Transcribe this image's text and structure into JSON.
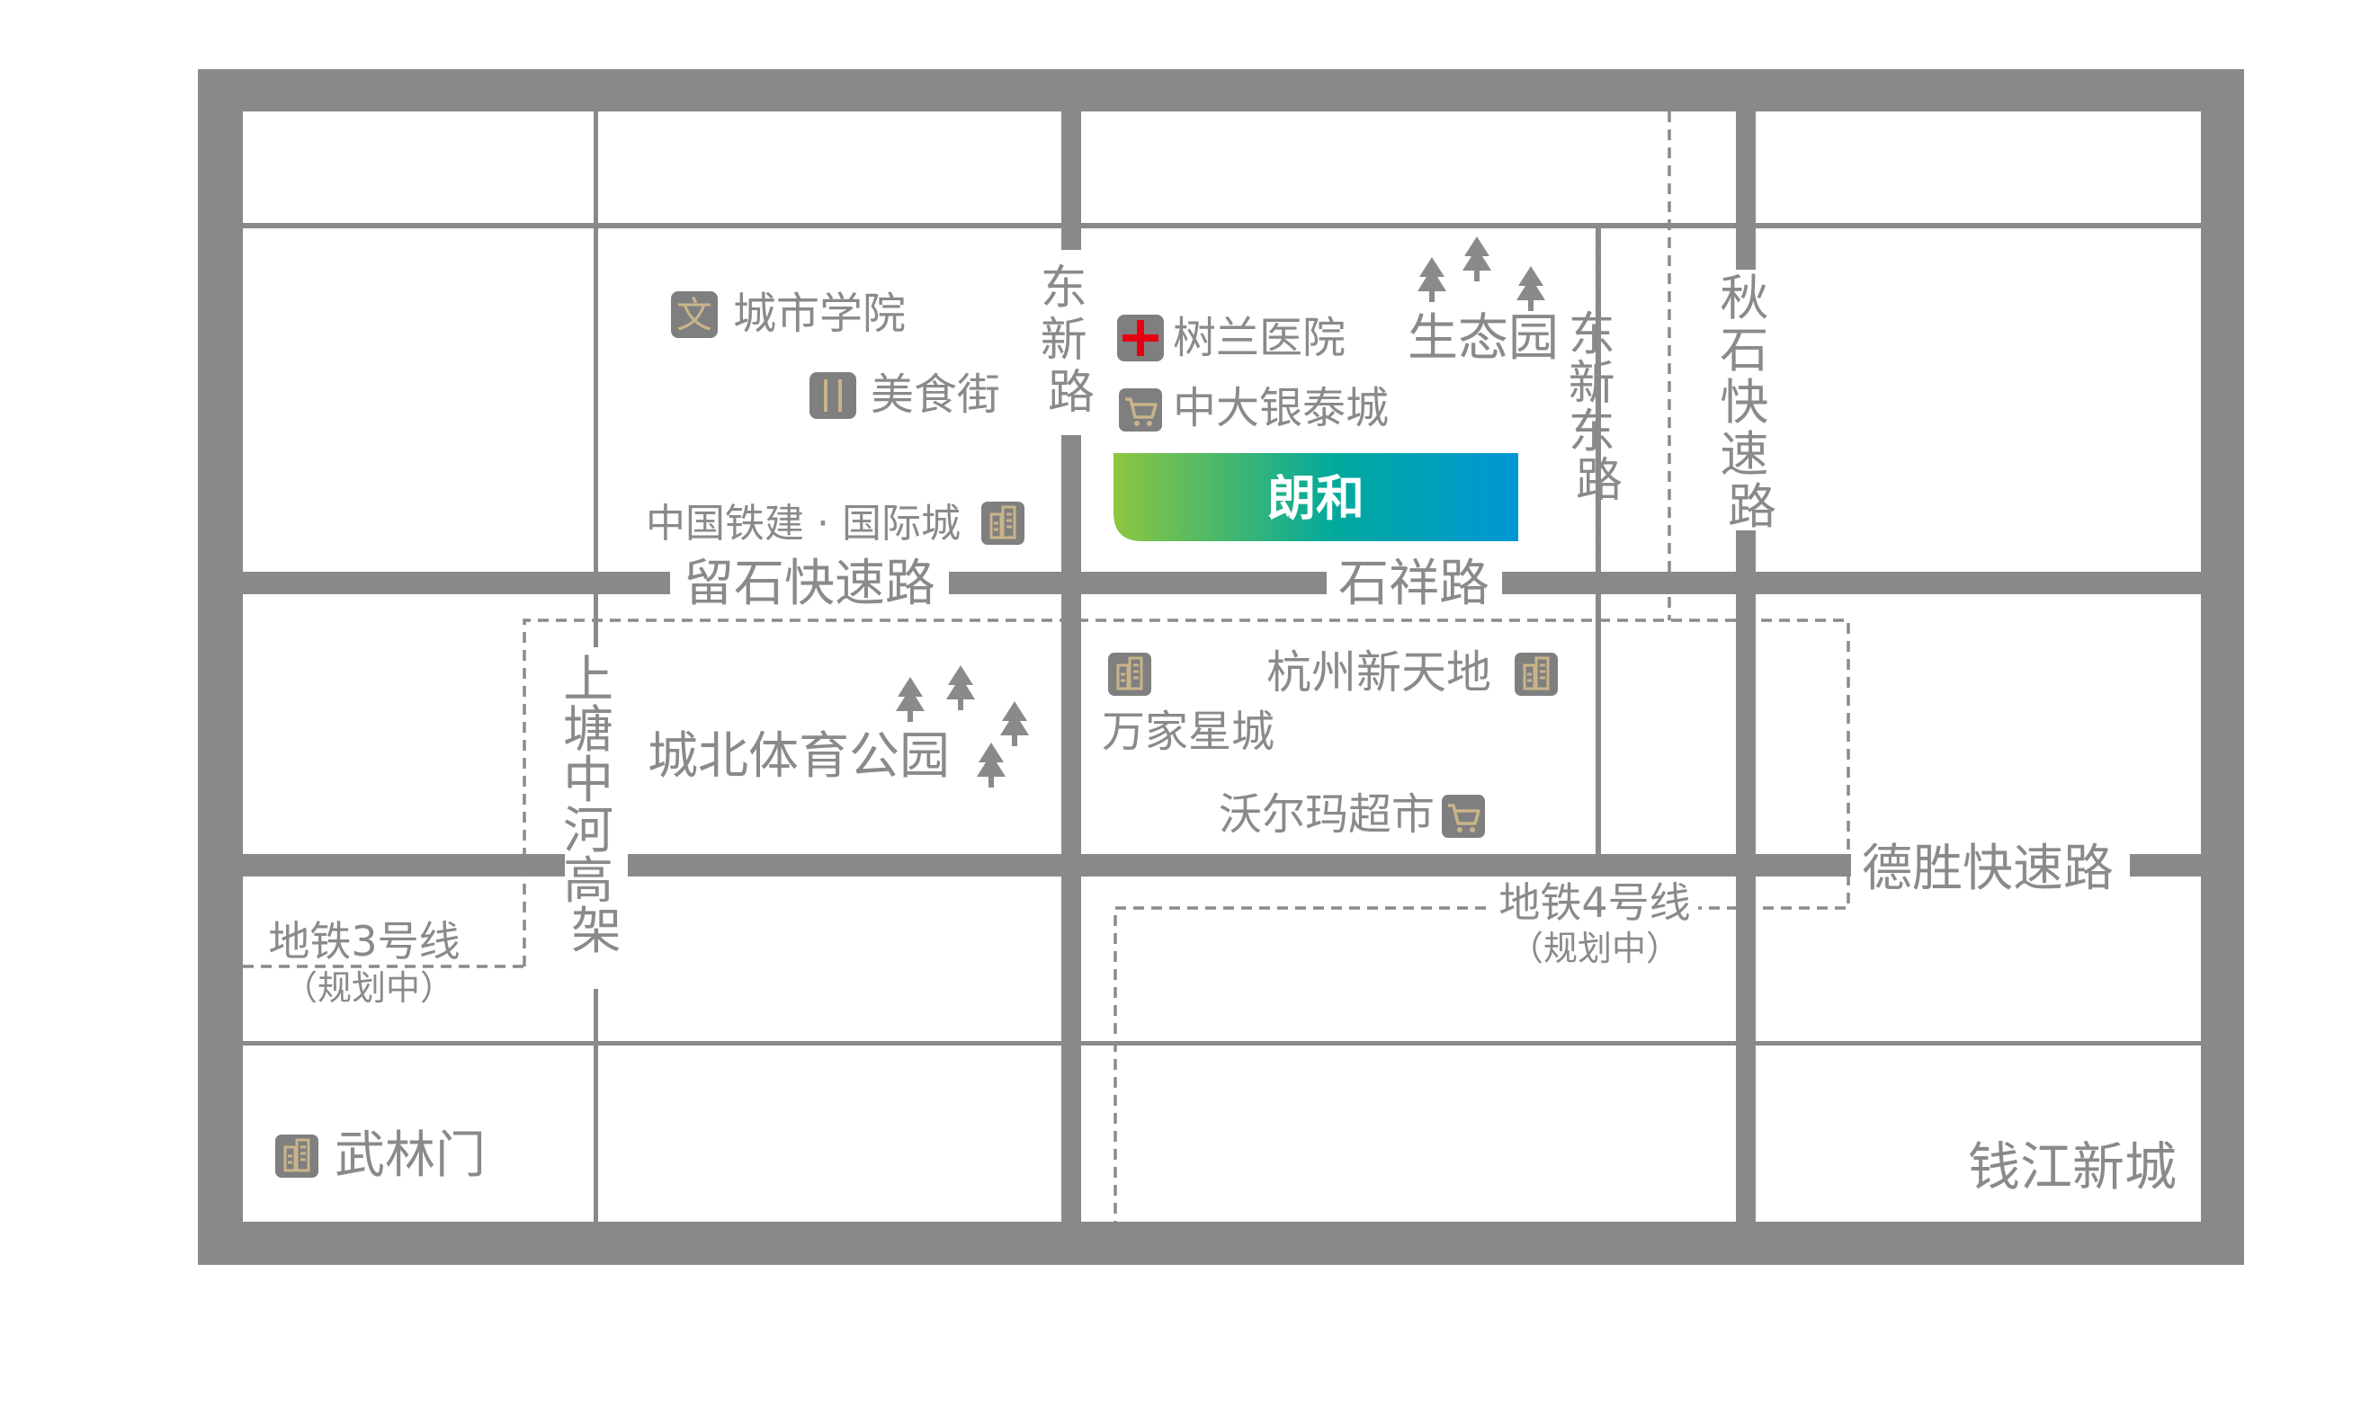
{
  "colors": {
    "road": "#898989",
    "text": "#8a8a8a",
    "icon_bg": "#7f7f7f",
    "icon_gold": "#c9b48a",
    "hospital_red": "#e60012",
    "logo_gradient": [
      "#8cc63f",
      "#00a99d",
      "#0096d6"
    ]
  },
  "roads": {
    "dongxin_road": "东\n新\n路",
    "dongxin_east_road": "东\n新\n东\n路",
    "qiushi_expressway": "秋\n石\n快\n速\n路",
    "liushi_expressway": "留石快速路",
    "shixiang_road": "石祥路",
    "shangtang_viaduct": "上\n塘\n中\n河\n高\n架",
    "desheng_expressway": "德胜快速路"
  },
  "metro": {
    "line3": {
      "label": "地铁3号线",
      "status": "（规划中）"
    },
    "line4": {
      "label": "地铁4号线",
      "status": "（规划中）"
    }
  },
  "pois": {
    "city_college": {
      "label": "城市学院",
      "icon": "culture-icon"
    },
    "food_street": {
      "label": "美食街",
      "icon": "fork-knife-icon"
    },
    "shulan_hospital": {
      "label": "树兰医院",
      "icon": "hospital-cross-icon"
    },
    "zhongda_intime": {
      "label": "中大银泰城",
      "icon": "shopping-cart-icon"
    },
    "eco_park": {
      "label": "生态园",
      "icon": "tree-icon"
    },
    "crcc_intl_city": {
      "label": "中国铁建 · 国际城",
      "icon": "building-icon"
    },
    "chengbei_sports_park": {
      "label": "城北体育公园",
      "icon": "tree-icon"
    },
    "wanjia_xingcheng": {
      "label": "万家星城",
      "icon": "building-icon"
    },
    "hangzhou_xintiandi": {
      "label": "杭州新天地",
      "icon": "building-icon"
    },
    "walmart": {
      "label": "沃尔玛超市",
      "icon": "shopping-cart-icon"
    },
    "wulinmen": {
      "label": "武林门",
      "icon": "building-icon"
    },
    "qianjiang_newcity": {
      "label": "钱江新城",
      "icon": ""
    }
  },
  "project": {
    "logo_text": "朗和"
  }
}
